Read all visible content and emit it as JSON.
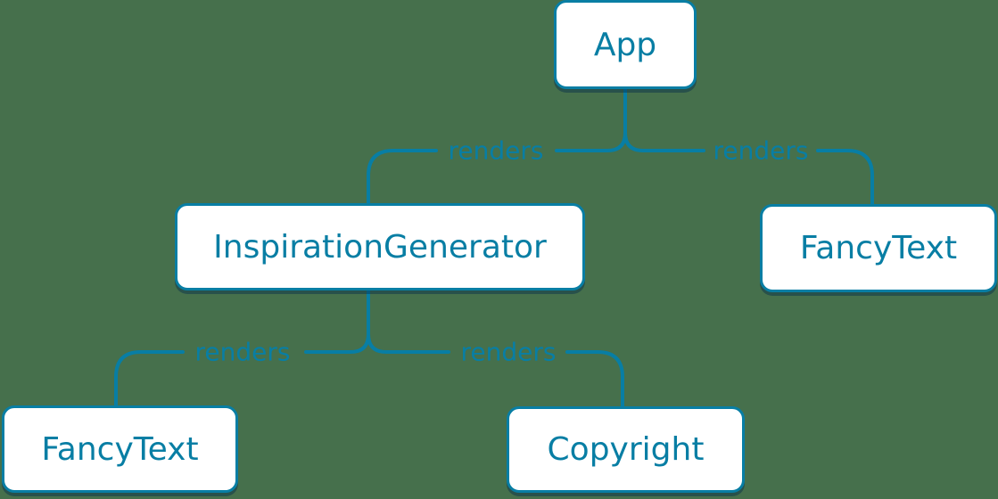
{
  "diagram": {
    "type": "component-render-tree",
    "colors": {
      "background": "#46704C",
      "accent": "#087EA4",
      "node_fill": "#FFFFFF"
    },
    "nodes": [
      {
        "id": "app",
        "label": "App"
      },
      {
        "id": "inspiration-generator",
        "label": "InspirationGenerator"
      },
      {
        "id": "fancy-text-top",
        "label": "FancyText"
      },
      {
        "id": "fancy-text-bottom",
        "label": "FancyText"
      },
      {
        "id": "copyright",
        "label": "Copyright"
      }
    ],
    "edges": [
      {
        "from": "App",
        "to": "InspirationGenerator",
        "label": "renders"
      },
      {
        "from": "App",
        "to": "FancyText",
        "label": "renders"
      },
      {
        "from": "InspirationGenerator",
        "to": "FancyText",
        "label": "renders"
      },
      {
        "from": "InspirationGenerator",
        "to": "Copyright",
        "label": "renders"
      }
    ]
  }
}
